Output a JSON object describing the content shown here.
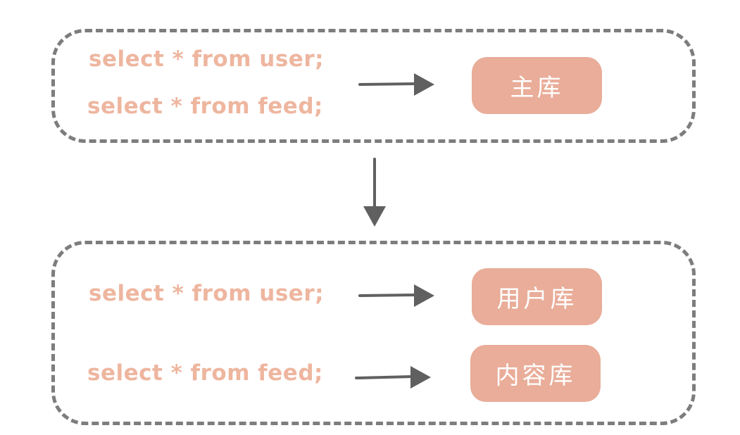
{
  "colors": {
    "sql_text": "#eeb69f",
    "db_fill": "#e9ad99",
    "db_text": "#ffffff",
    "border": "#7d7d7d",
    "arrow": "#606060"
  },
  "top_group": {
    "queries": [
      "select * from user;",
      "select * from feed;"
    ],
    "database": "主库"
  },
  "bottom_group": {
    "rows": [
      {
        "query": "select * from user;",
        "database": "用户库"
      },
      {
        "query": "select * from feed;",
        "database": "内容库"
      }
    ]
  }
}
